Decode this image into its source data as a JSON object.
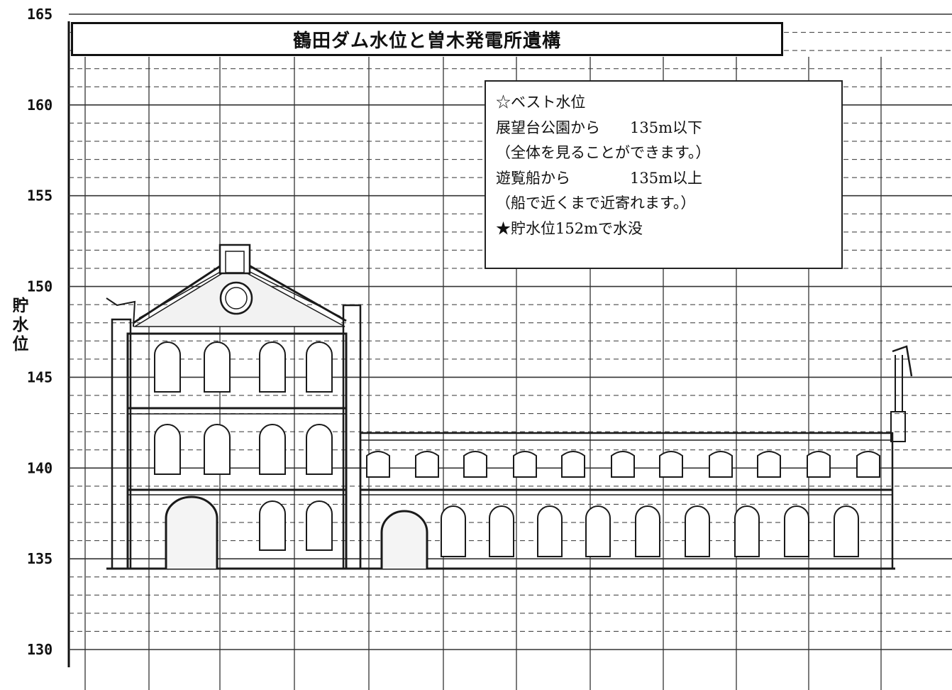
{
  "title": "鶴田ダム水位と曽木発電所遺構",
  "ylabel": "貯水位",
  "chart_data": {
    "type": "diagram",
    "title": "鶴田ダム水位と曽木発電所遺構",
    "ylabel": "貯水位",
    "ylim": [
      130,
      165
    ],
    "y_ticks": [
      165,
      160,
      155,
      150,
      145,
      140,
      135,
      130
    ]
  },
  "info_box": {
    "lines": [
      "☆ベスト水位",
      "展望台公園から　　135m以下",
      "（全体を見ることができます。）",
      "遊覧船から　　　　135m以上",
      "（船で近くまで近寄れます。）",
      "★貯水位152mで水没"
    ]
  },
  "colors": {
    "ink": "#111111",
    "grid": "#333333",
    "paper": "#ffffff"
  }
}
